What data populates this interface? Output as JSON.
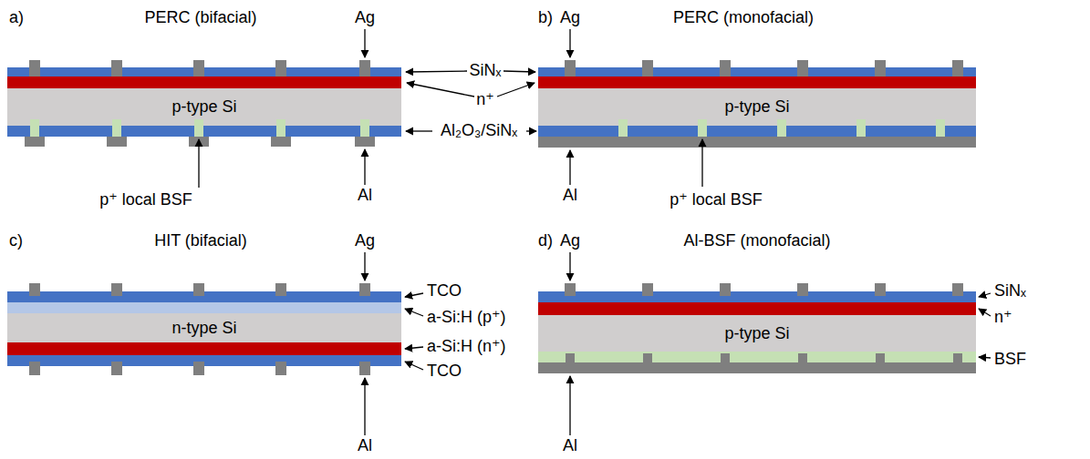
{
  "diagram": {
    "nodes": [
      {
        "text": [
          "p-type Si"
        ]
      },
      {
        "text": [
          "p-type Si"
        ]
      },
      {
        "text": [
          "n-type Si"
        ]
      },
      {
        "text": [
          "p-type Si"
        ]
      }
    ],
    "labels": [
      "a)",
      "PERC (bifacial)",
      "Ag",
      "SiNₓ",
      "n⁺",
      "Al₂O₃/SiNₓ",
      "p⁺ local BSF",
      "Al",
      "b)",
      "Ag",
      "PERC (monofacial)",
      "p⁺ local BSF",
      "Al",
      "c)",
      "HIT (bifacial)",
      "Ag",
      "TCO",
      "a-Si:H (p⁺)",
      "a-Si:H (n⁺)",
      "TCO",
      "Al",
      "d)",
      "Ag",
      "Al-BSF (monofacial)",
      "SiNₓ",
      "n⁺",
      "BSF",
      "Al"
    ]
  }
}
